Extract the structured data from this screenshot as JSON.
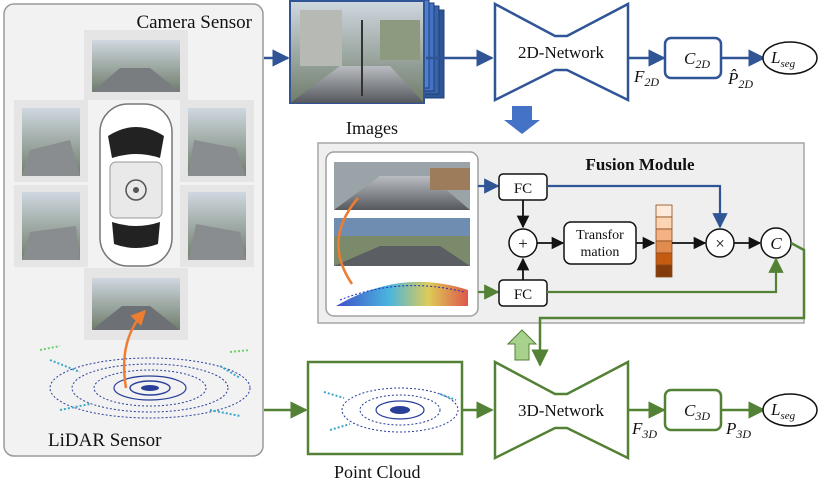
{
  "left_panel": {
    "camera_title": "Camera Sensor",
    "lidar_title": "LiDAR Sensor"
  },
  "images_caption": "Images",
  "point_cloud_caption": "Point Cloud",
  "network_2d": {
    "label": "2D-Network",
    "feature": "F",
    "feature_sub": "2D",
    "classifier": "C",
    "classifier_sub": "2D",
    "pred": "P̂",
    "pred_sub": "2D",
    "loss": "L",
    "loss_sub": "seg"
  },
  "network_3d": {
    "label": "3D-Network",
    "feature": "F",
    "feature_sub": "3D",
    "classifier": "C",
    "classifier_sub": "3D",
    "pred": "P",
    "pred_sub": "3D",
    "loss": "L",
    "loss_sub": "seg"
  },
  "fusion": {
    "title": "Fusion Module",
    "fc_top": "FC",
    "fc_bottom": "FC",
    "add": "+",
    "multiply": "×",
    "concat": "C",
    "transform_line1": "Transfor",
    "transform_line2": "mation"
  },
  "colors": {
    "blue": "#2f5597",
    "green": "#538135",
    "orange": "#ed7d31",
    "panel_fill": "#f2f2f2"
  }
}
